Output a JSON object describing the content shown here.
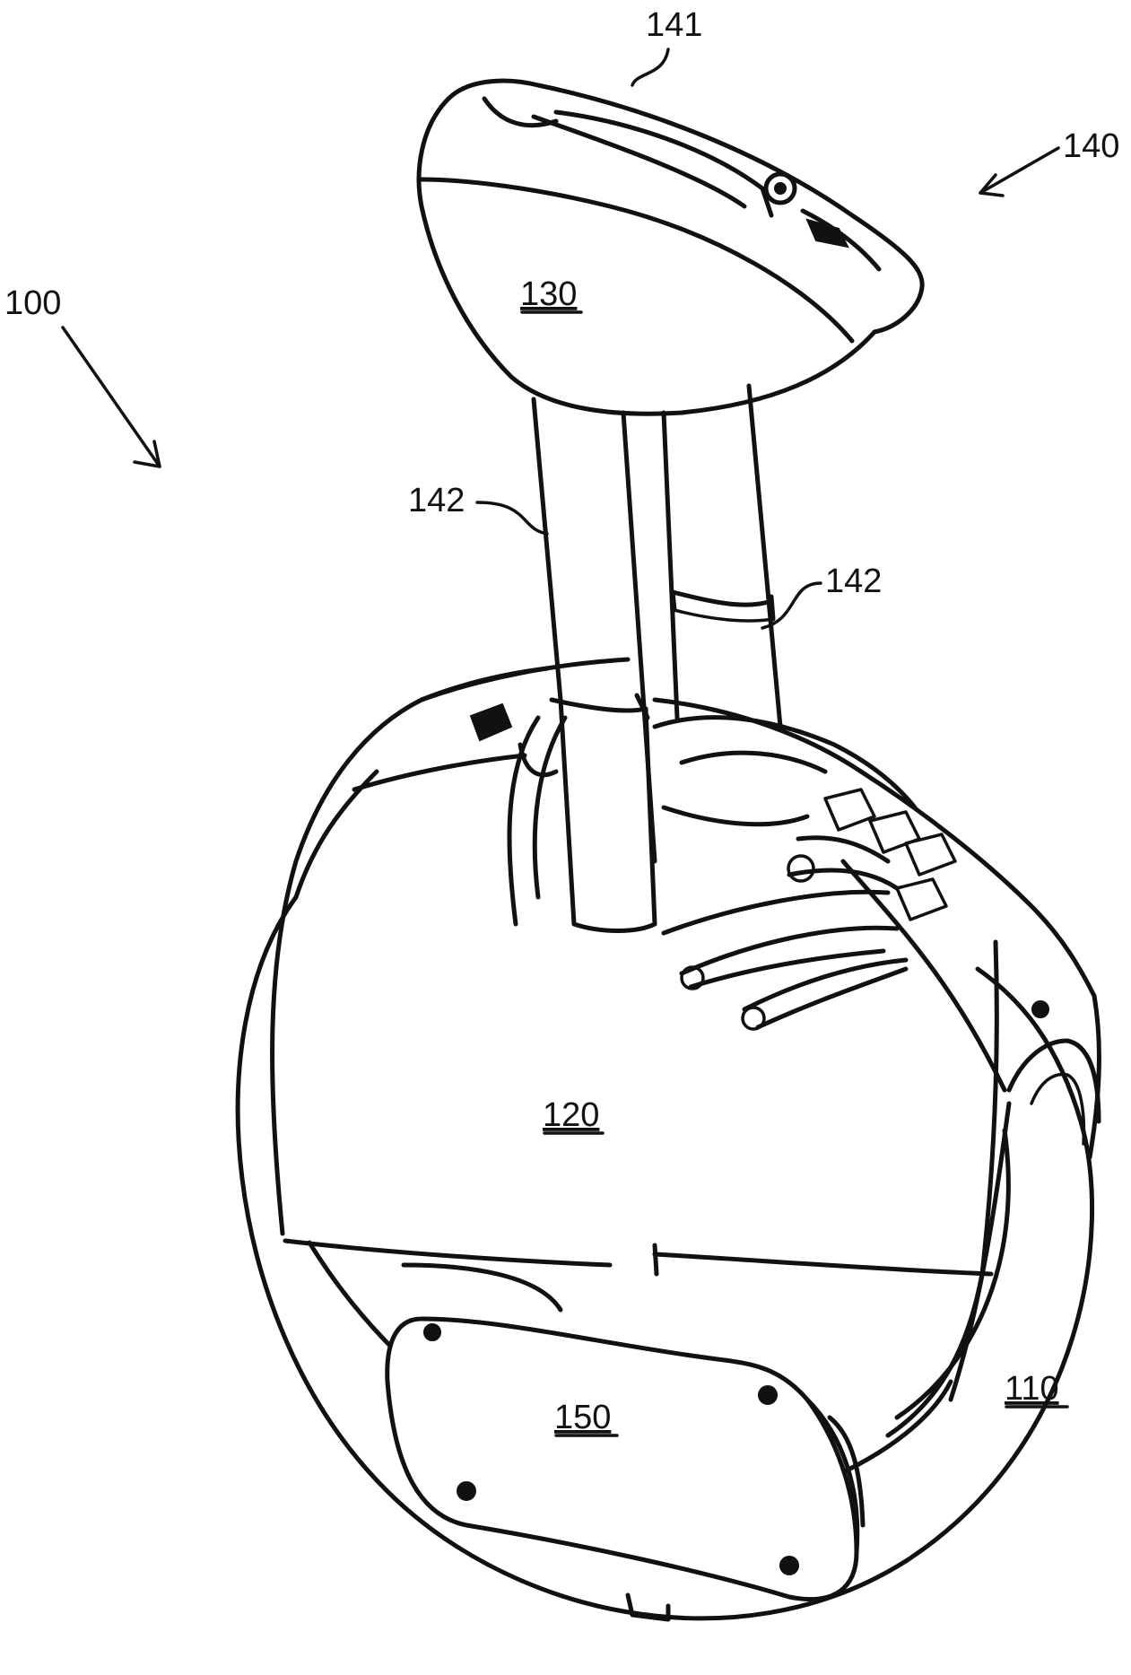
{
  "labels": {
    "l100": "100",
    "l110": "110",
    "l120": "120",
    "l130": "130",
    "l140": "140",
    "l141": "141",
    "l142a": "142",
    "l142b": "142",
    "l150": "150"
  }
}
